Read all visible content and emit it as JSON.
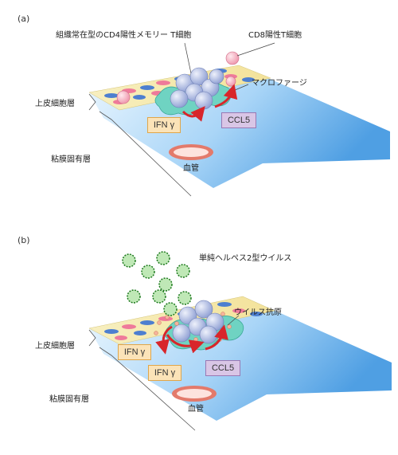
{
  "panels": [
    {
      "id": "a",
      "label": "(a)",
      "labels": {
        "trm_cd4": "組織常在型のCD4陽性メモリー T細胞",
        "cd8": "CD8陽性T細胞",
        "macrophage": "マクロファージ",
        "epithelium": "上皮細胞層",
        "lamina_propria": "粘膜固有層",
        "blood_vessel": "血管"
      },
      "boxes": {
        "ifn": "IFN γ",
        "ccl5": "CCL5"
      }
    },
    {
      "id": "b",
      "label": "(b)",
      "labels": {
        "hsv2": "単純ヘルペス2型ウイルス",
        "viral_antigen": "ウイルス抗原",
        "epithelium": "上皮細胞層",
        "lamina_propria": "粘膜固有層",
        "blood_vessel": "血管"
      },
      "boxes": {
        "ifn_1": "IFN γ",
        "ifn_2": "IFN γ",
        "ccl5": "CCL5"
      }
    }
  ],
  "colors": {
    "tissue_light": "#cfe9fb",
    "tissue_dark": "#5aa9e6",
    "epithelium_band": "#f4e9a8",
    "t_cell": "#b7c4e8",
    "macrophage": "#6fd3c2",
    "virus": "#3aa83a",
    "arrow": "#d8262b",
    "vessel_outer": "#e37a6b",
    "vessel_inner": "#fde3de"
  }
}
